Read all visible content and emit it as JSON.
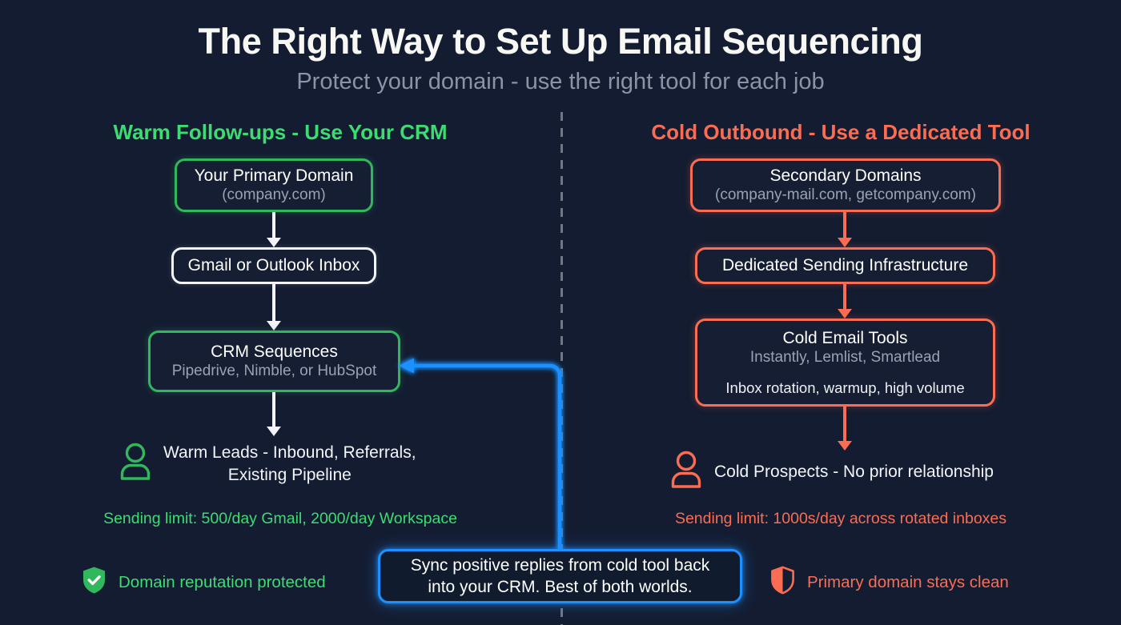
{
  "header": {
    "title": "The Right Way to Set Up Email Sequencing",
    "subtitle": "Protect your domain - use the right tool for each job"
  },
  "colors": {
    "background": "#141c31",
    "green": "#32b85c",
    "green_text": "#3ddc72",
    "orange": "#fb6d52",
    "white": "#f2f4f8",
    "blue": "#1e90ff",
    "muted": "#9aa2b4",
    "subtitle": "#8b93a7"
  },
  "left_column": {
    "heading": "Warm Follow-ups - Use Your CRM",
    "nodes": [
      {
        "title": "Your Primary Domain",
        "subtitle": "(company.com)"
      },
      {
        "title": "Gmail or Outlook Inbox"
      },
      {
        "title": "CRM Sequences",
        "subtitle": "Pipedrive, Nimble, or HubSpot"
      }
    ],
    "persona": {
      "icon": "person-icon",
      "line1": "Warm Leads - Inbound, Referrals,",
      "line2": "Existing Pipeline"
    },
    "limit": "Sending limit: 500/day Gmail, 2000/day Workspace",
    "assurance": {
      "icon": "shield-check-icon",
      "label": "Domain reputation protected"
    }
  },
  "right_column": {
    "heading": "Cold Outbound - Use a Dedicated Tool",
    "nodes": [
      {
        "title": "Secondary Domains",
        "subtitle": "(company-mail.com, getcompany.com)"
      },
      {
        "title": "Dedicated Sending Infrastructure"
      },
      {
        "title": "Cold Email Tools",
        "subtitle": "Instantly, Lemlist, Smartlead",
        "extra": "Inbox rotation, warmup, high volume"
      }
    ],
    "persona": {
      "icon": "person-icon",
      "line1": "Cold Prospects - No prior relationship"
    },
    "limit": "Sending limit: 1000s/day across rotated inboxes",
    "assurance": {
      "icon": "shield-half-icon",
      "label": "Primary domain stays clean"
    }
  },
  "sync_callout": {
    "line1": "Sync positive replies from cold tool back",
    "line2": "into your CRM. Best of both worlds."
  }
}
